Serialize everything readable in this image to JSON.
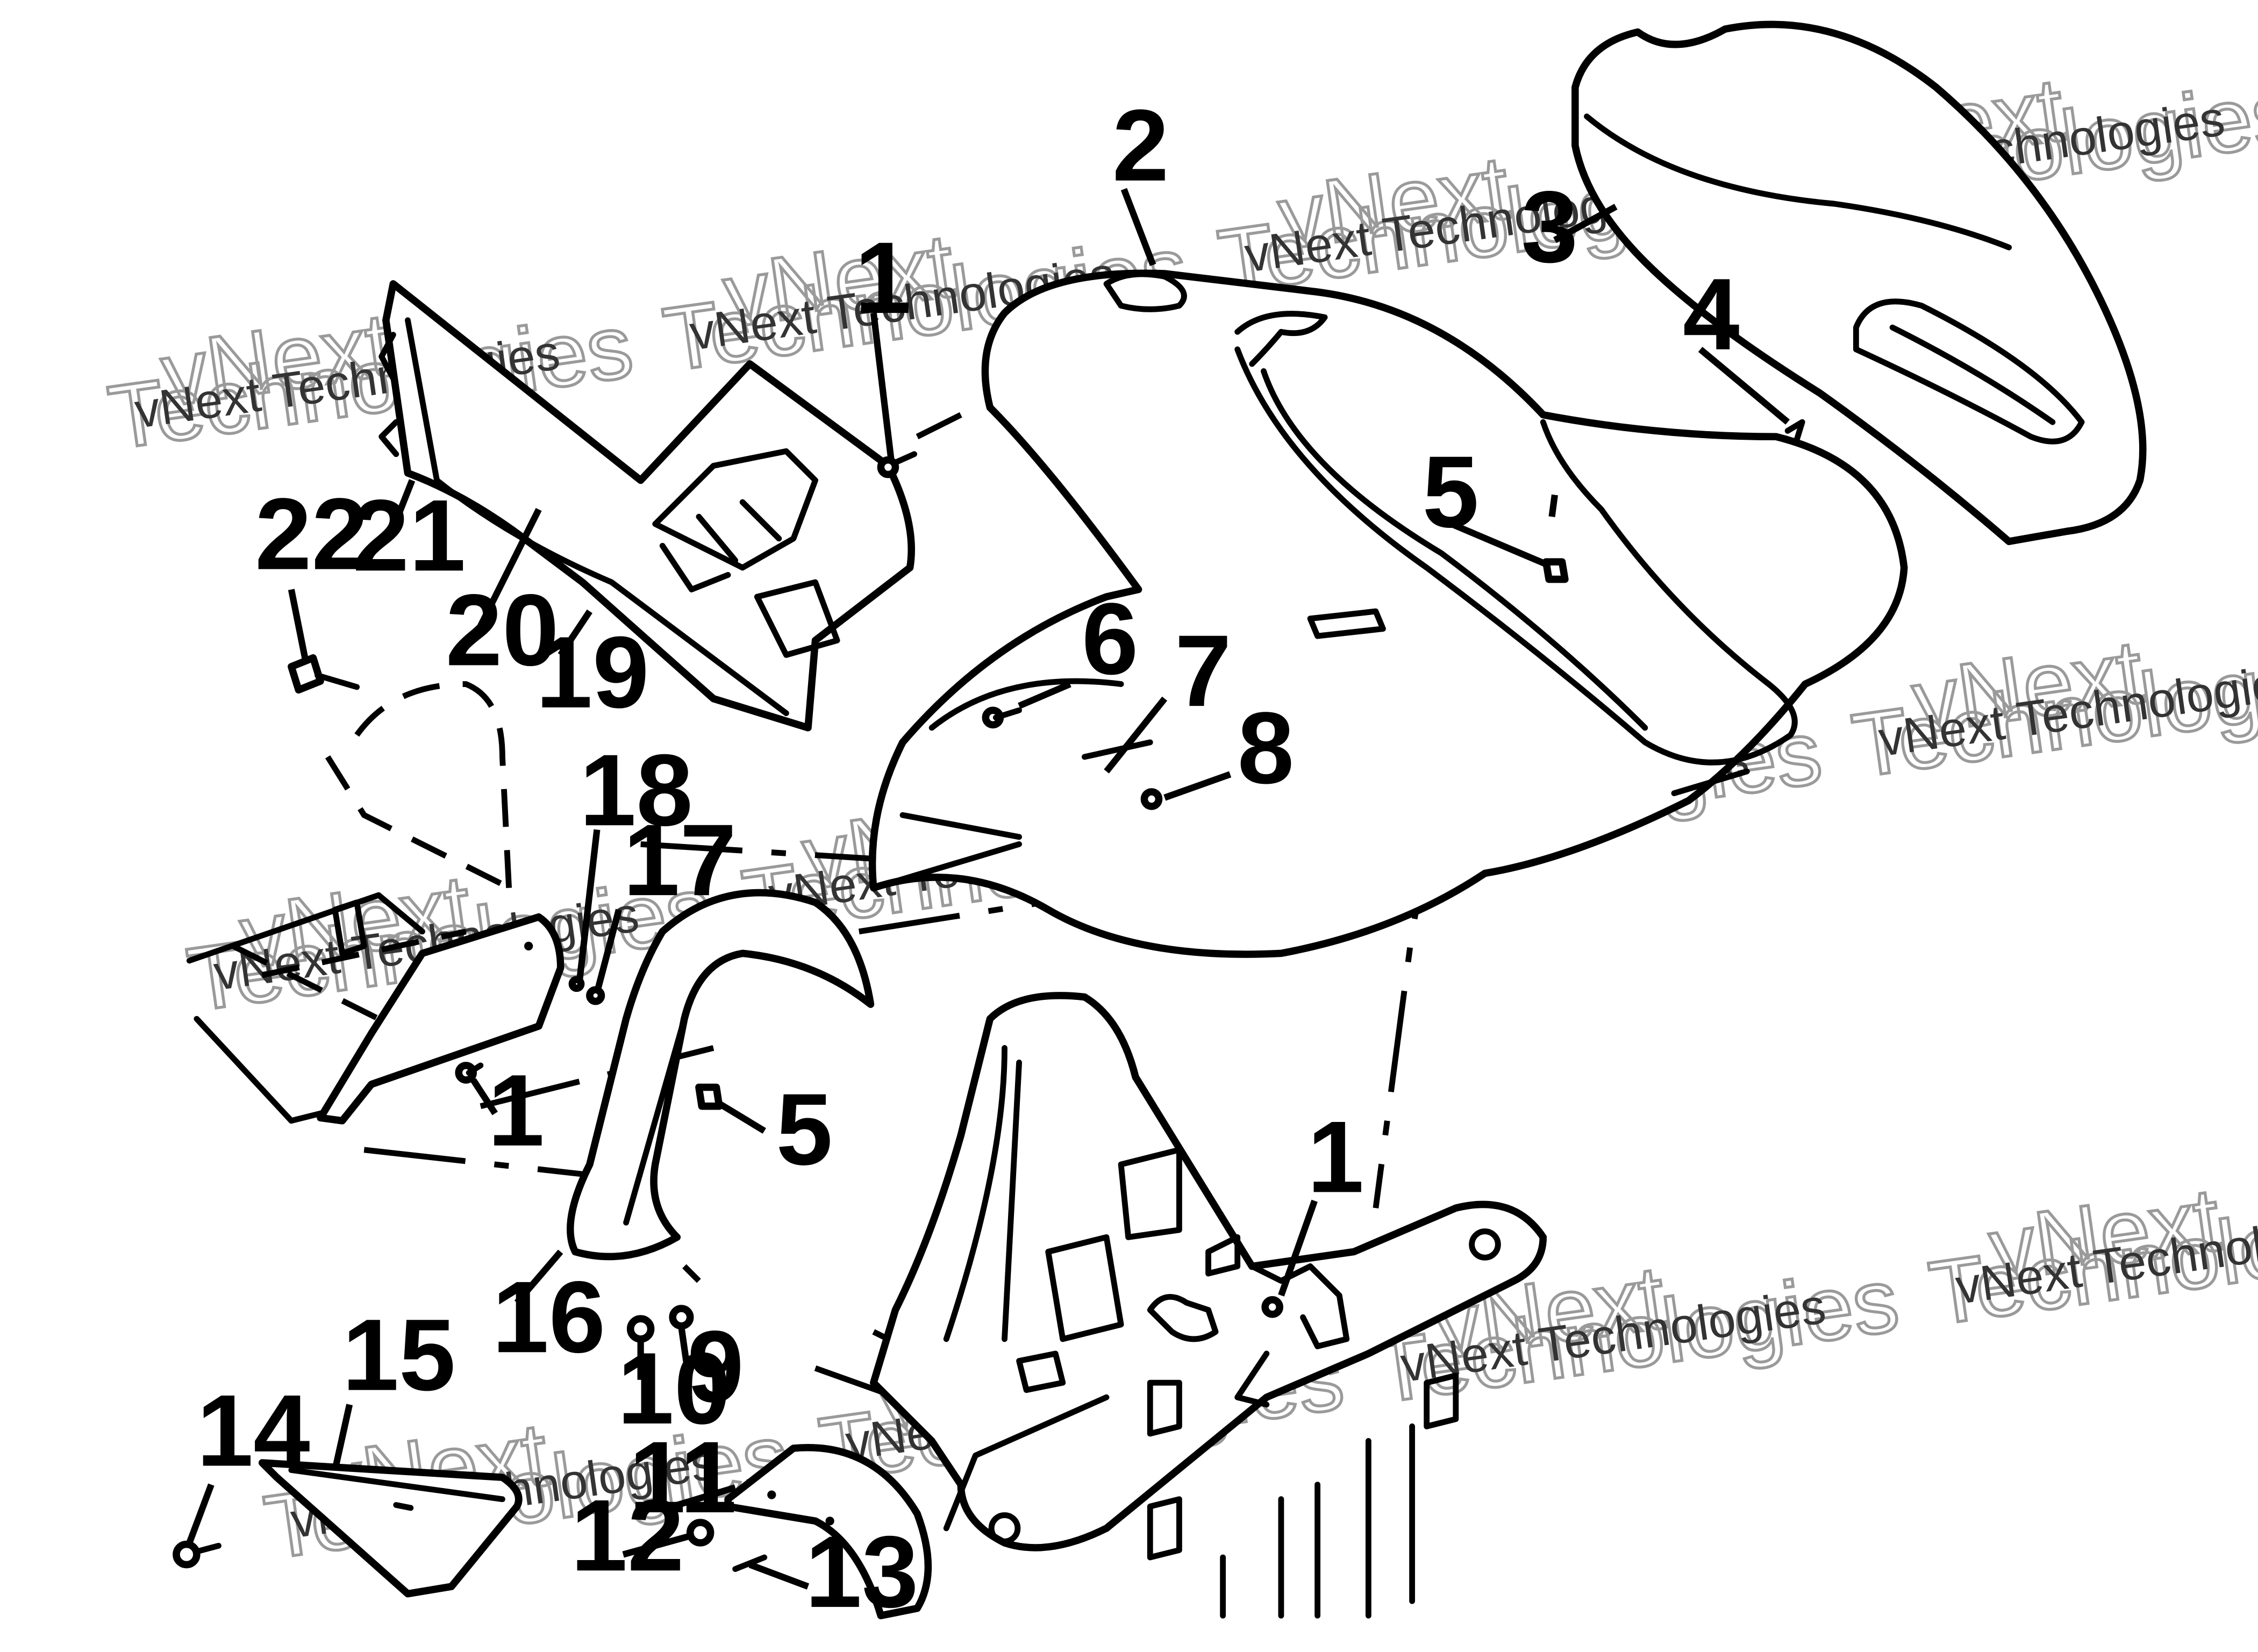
{
  "callouts": [
    {
      "label": "1"
    },
    {
      "label": "1"
    },
    {
      "label": "1"
    },
    {
      "label": "2"
    },
    {
      "label": "3"
    },
    {
      "label": "4"
    },
    {
      "label": "5"
    },
    {
      "label": "5"
    },
    {
      "label": "6"
    },
    {
      "label": "7"
    },
    {
      "label": "8"
    },
    {
      "label": "9"
    },
    {
      "label": "10"
    },
    {
      "label": "11"
    },
    {
      "label": "12"
    },
    {
      "label": "13"
    },
    {
      "label": "14"
    },
    {
      "label": "15"
    },
    {
      "label": "16"
    },
    {
      "label": "17"
    },
    {
      "label": "18"
    },
    {
      "label": "19"
    },
    {
      "label": "20"
    },
    {
      "label": "21"
    },
    {
      "label": "22"
    }
  ],
  "watermark": {
    "small": "vNext Technologies",
    "top": "vNext",
    "bottom": "Technologies"
  }
}
